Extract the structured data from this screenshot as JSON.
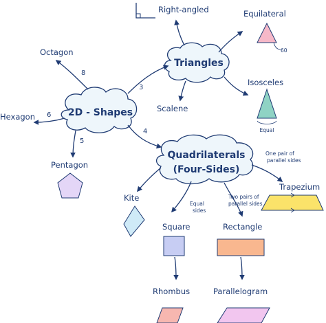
{
  "central": {
    "label": "2D - Shapes"
  },
  "triangles": {
    "hub": "Triangles",
    "right_angled": "Right-angled",
    "equilateral": "Equilateral",
    "equilateral_angle": "60",
    "isosceles": "Isosceles",
    "isosceles_note": "Equal",
    "scalene": "Scalene"
  },
  "quadrilaterals": {
    "hub_line1": "Quadrilaterals",
    "hub_line2": "(Four-Sides)",
    "kite": "Kite",
    "square": "Square",
    "rectangle": "Rectangle",
    "trapezium": "Trapezium",
    "rhombus": "Rhombus",
    "parallelogram": "Parallelogram",
    "note_trapezium_1": "One pair of",
    "note_trapezium_2": "parallel sides",
    "note_square_1": "Equal",
    "note_square_2": "sides",
    "note_rectangle_1": "Two pairs of",
    "note_rectangle_2": "parallel sides"
  },
  "other_shapes": {
    "octagon": "Octagon",
    "octagon_sides": "8",
    "hexagon": "Hexagon",
    "hexagon_sides": "6",
    "pentagon": "Pentagon",
    "pentagon_sides": "5",
    "triangle_sides": "3",
    "quadrilateral_sides": "4"
  },
  "colors": {
    "ink": "#1f3b73",
    "cloud_fill": "#eef6fb",
    "equilateral_fill": "#f6b8c8",
    "isosceles_fill": "#8fd3c4",
    "pentagon_fill": "#e4d6f7",
    "kite_fill": "#cfeaf7",
    "square_fill": "#c7cdf3",
    "rectangle_fill": "#f9b78f",
    "trapezium_fill": "#fbe36a",
    "rhombus_fill": "#f7b7b0",
    "parallelogram_fill": "#f2c6ef"
  }
}
